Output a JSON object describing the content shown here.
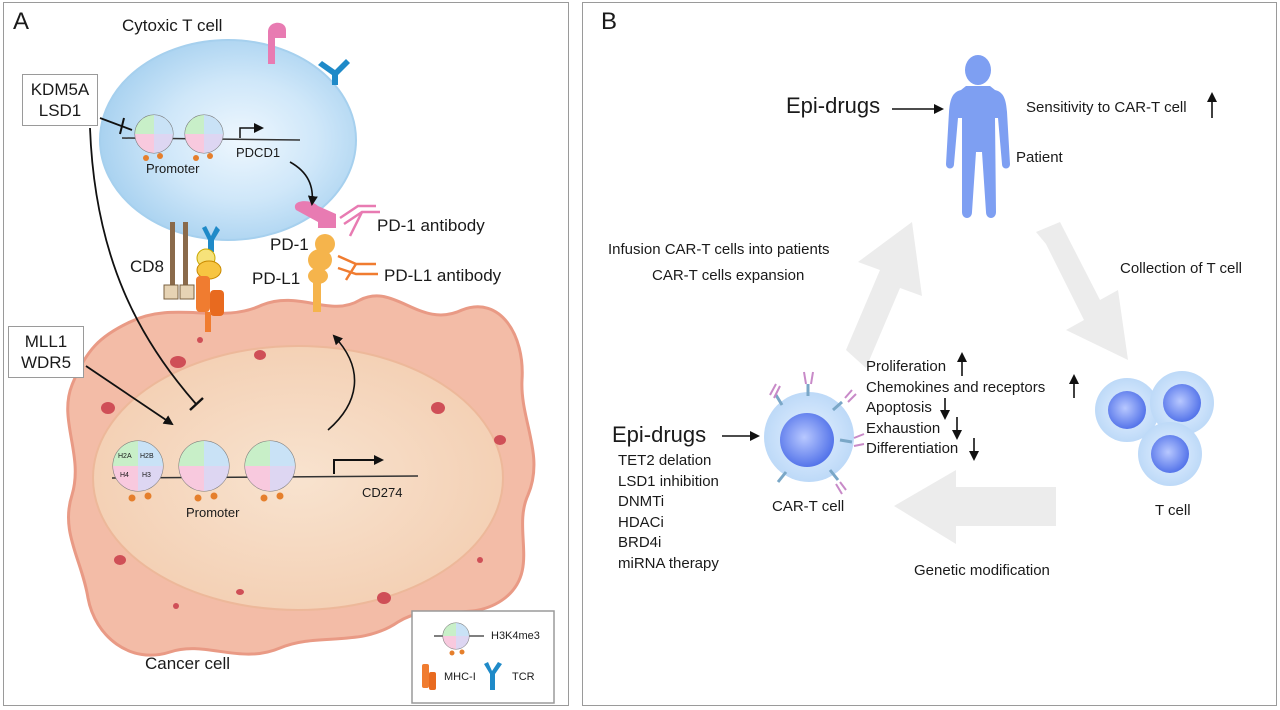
{
  "panel_a": {
    "letter": "A",
    "t_cell_label": "Cytoxic T cell",
    "box_top": [
      "KDM5A",
      "LSD1"
    ],
    "box_mid": [
      "MLL1",
      "WDR5"
    ],
    "promoter_top": "Promoter",
    "gene_top": "PDCD1",
    "cd8": "CD8",
    "pd1": "PD-1",
    "pdl1": "PD-L1",
    "pd1_antibody": "PD-1 antibody",
    "pdl1_antibody": "PD-L1 antibody",
    "promoter_bottom": "Promoter",
    "gene_bottom": "CD274",
    "cancer_cell_label": "Cancer cell",
    "histone_labels": [
      "H2A",
      "H2B",
      "H4",
      "H3"
    ],
    "legend": {
      "h3k4me3": "H3K4me3",
      "mhc": "MHC-I",
      "tcr": "TCR"
    }
  },
  "panel_b": {
    "letter": "B",
    "epi_drugs_top": "Epi-drugs",
    "sensitivity": "Sensitivity to CAR-T cell",
    "patient": "Patient",
    "infusion": "Infusion CAR-T cells into patients",
    "expansion": "CAR-T cells expansion",
    "collection": "Collection of T cell",
    "effects": [
      "Proliferation",
      "Chemokines and receptors",
      "Apoptosis",
      "Exhaustion",
      "Differentiation"
    ],
    "effects_direction": [
      "up",
      "up",
      "down",
      "down",
      "down"
    ],
    "epi_drugs_left": "Epi-drugs",
    "drug_list": [
      "TET2 delation",
      "LSD1 inhibition",
      "DNMTi",
      "HDACi",
      "BRD4i",
      "miRNA therapy"
    ],
    "car_t_cell": "CAR-T cell",
    "t_cell": "T cell",
    "genetic_modification": "Genetic modification"
  },
  "colors": {
    "t_cell_fill": "#bcdcf4",
    "cancer_cell_fill": "#f4c0ac",
    "cancer_nucleus_fill": "#f6d8c0",
    "pd1_pink": "#e87bb2",
    "pdl1_orange": "#f5b44c",
    "tcr_blue": "#1f8ac8",
    "mhc_orange": "#f07c30",
    "patient_blue": "#7e9ff2",
    "process_arrow_gray": "#ececec"
  }
}
